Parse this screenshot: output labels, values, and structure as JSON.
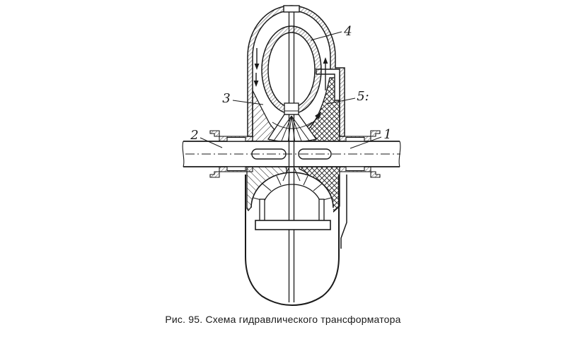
{
  "figure": {
    "caption": "Рис. 95. Схема гидравлического трансформатора",
    "colors": {
      "ink": "#1a1a1a",
      "background": "#ffffff"
    },
    "labels": {
      "output_shaft": "1",
      "input_shaft": "2",
      "pump_chamber": "3",
      "torus_core": "4",
      "turbine_chamber": "5:"
    }
  }
}
